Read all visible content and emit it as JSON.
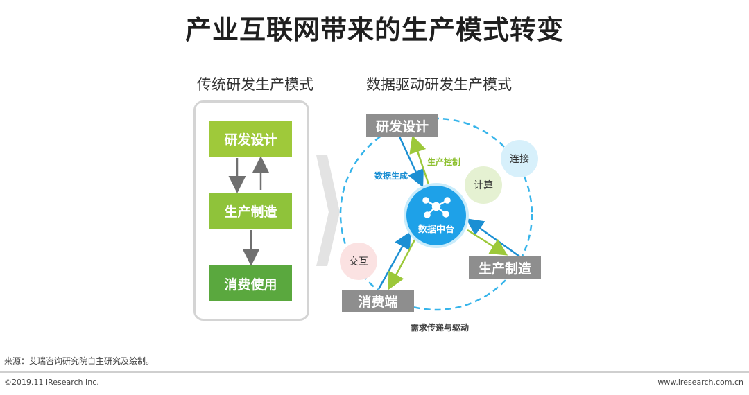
{
  "title": "产业互联网带来的生产模式转变",
  "left_panel": {
    "subtitle": "传统研发生产模式",
    "steps": [
      "研发设计",
      "生产制造",
      "消费使用"
    ]
  },
  "right_panel": {
    "subtitle": "数据驱动研发生产模式",
    "hub": "数据中台",
    "nodes": {
      "rd": "研发设计",
      "manufacturing": "生产制造",
      "consumer": "消费端"
    },
    "bubbles": {
      "connect": "连接",
      "compute": "计算",
      "interact": "交互"
    },
    "annotations": {
      "data_gen": "数据生成",
      "prod_ctrl": "生产控制",
      "demand": "需求传递与驱动"
    }
  },
  "source": "来源：艾瑞咨询研究院自主研究及绘制。",
  "footer": {
    "copyright": "©2019.11 iResearch Inc.",
    "website": "www.iresearch.com.cn"
  },
  "colors": {
    "green_light": "#9fc93a",
    "green_dark": "#5aa83e",
    "blue": "#1ea1e8",
    "annot_green": "#8cbf2d",
    "gray": "#8e8e8e"
  }
}
